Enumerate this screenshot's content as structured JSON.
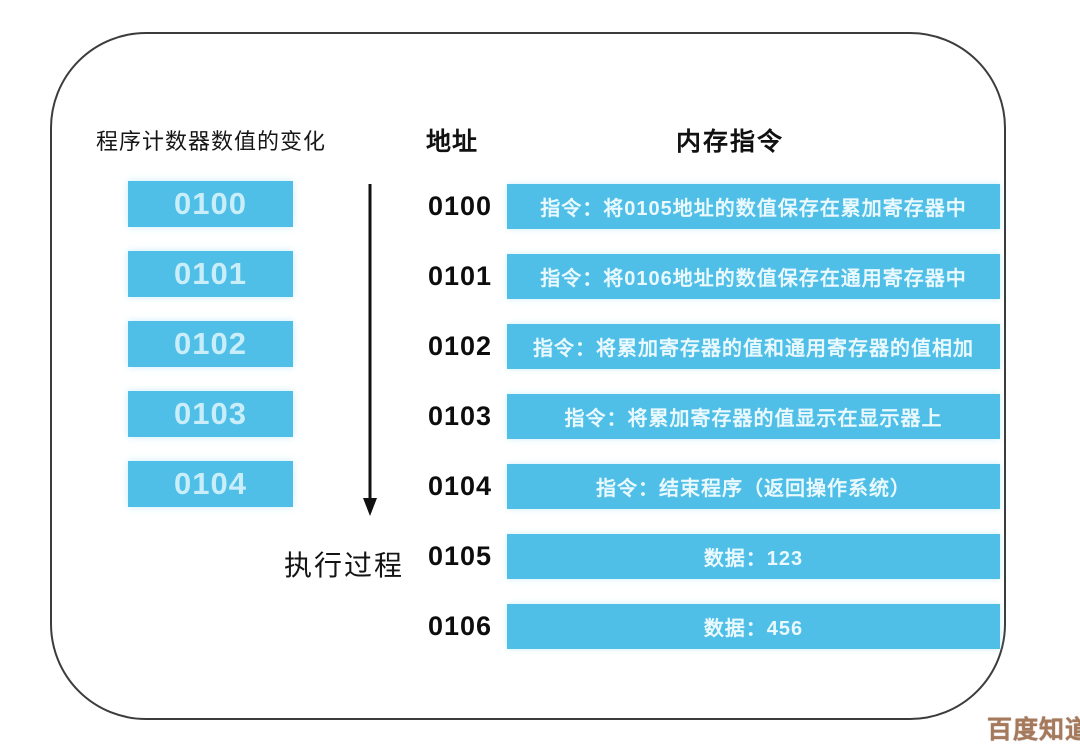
{
  "diagram": {
    "left_header": "程序计数器数值的变化",
    "address_header": "地址",
    "memory_header": "内存指令",
    "arrow_label": "执行过程",
    "pc_boxes": [
      "0100",
      "0101",
      "0102",
      "0103",
      "0104"
    ],
    "memory_rows": [
      {
        "address": "0100",
        "content": "指令：将0105地址的数值保存在累加寄存器中"
      },
      {
        "address": "0101",
        "content": "指令：将0106地址的数值保存在通用寄存器中"
      },
      {
        "address": "0102",
        "content": "指令：将累加寄存器的值和通用寄存器的值相加"
      },
      {
        "address": "0103",
        "content": "指令：将累加寄存器的值显示在显示器上"
      },
      {
        "address": "0104",
        "content": "指令：结束程序（返回操作系统）"
      },
      {
        "address": "0105",
        "content": "数据：123"
      },
      {
        "address": "0106",
        "content": "数据：456"
      }
    ],
    "colors": {
      "box_blue": "#4FBFE8",
      "pc_digit_text": "#C9EEFA",
      "instruction_text": "#EAF9FE",
      "frame_border": "#3c3c3c",
      "heading_text": "#111111",
      "watermark": "#A5795B"
    }
  },
  "watermark_label": "百度知道"
}
